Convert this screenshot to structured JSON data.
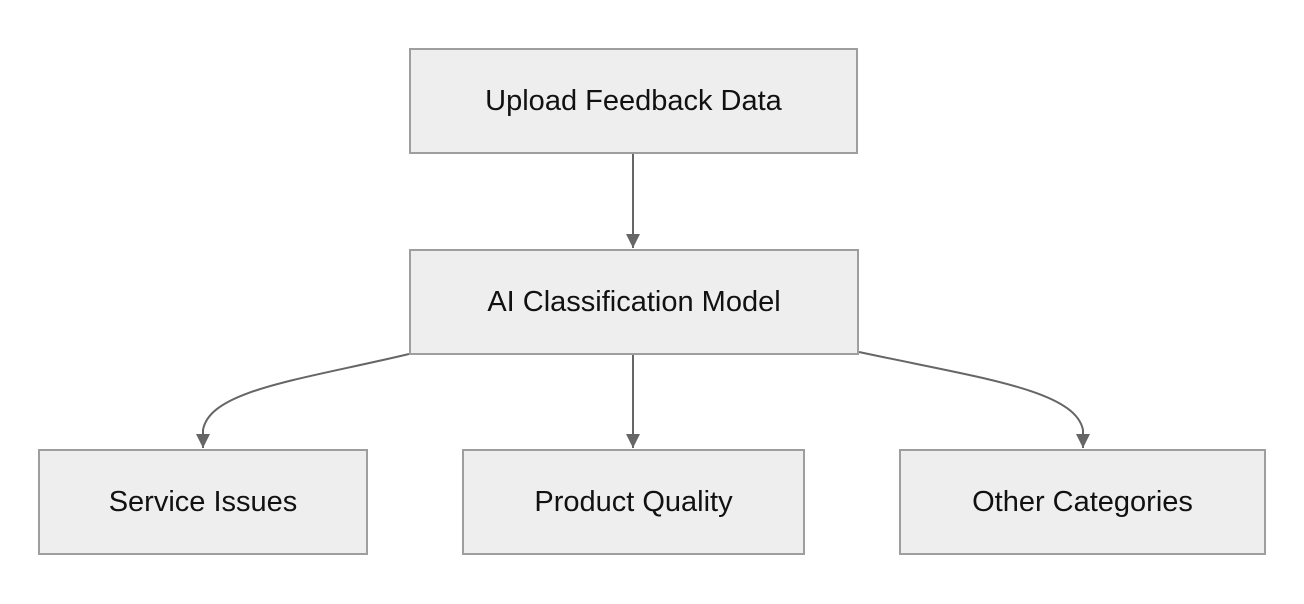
{
  "diagram": {
    "colors": {
      "node_fill": "#eeeeee",
      "node_border": "#9e9e9e",
      "edge": "#666666",
      "text": "#111111"
    },
    "nodes": {
      "upload": {
        "label": "Upload Feedback Data"
      },
      "model": {
        "label": "AI Classification Model"
      },
      "service": {
        "label": "Service Issues"
      },
      "product": {
        "label": "Product Quality"
      },
      "other": {
        "label": "Other Categories"
      }
    },
    "edges": [
      {
        "from": "upload",
        "to": "model"
      },
      {
        "from": "model",
        "to": "service"
      },
      {
        "from": "model",
        "to": "product"
      },
      {
        "from": "model",
        "to": "other"
      }
    ]
  }
}
